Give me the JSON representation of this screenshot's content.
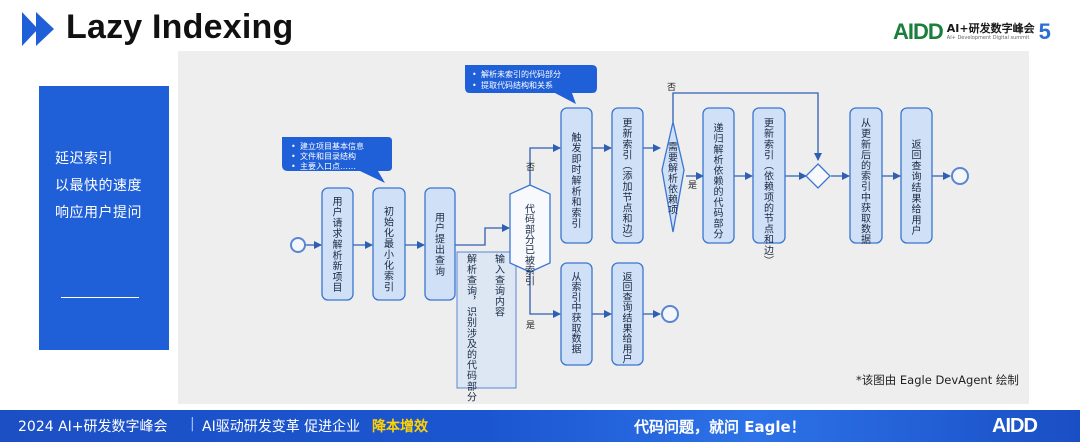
{
  "header": {
    "title": "Lazy Indexing",
    "logo": {
      "mark": "AIDD",
      "cn": "AI+研发数字峰会",
      "en": "AI+ Development Digital summit",
      "edition": "5"
    }
  },
  "side_panel": {
    "lines": [
      "延迟索引",
      "以最快的速度",
      "响应用户提问"
    ]
  },
  "diagram": {
    "callouts": {
      "c1": [
        "建立项目基本信息",
        "文件和目录结构",
        "主要入口点……"
      ],
      "c2": [
        "解析未索引的代码部分",
        "提取代码结构和关系"
      ]
    },
    "nodes": {
      "n1": "用户请求解析新项目",
      "n2": "初始化最小化索引",
      "n3": "用户提出查询",
      "note": [
        "输入查询内容",
        "解析查询，识别涉及的代码部分"
      ],
      "d1": "代码部分已被索引",
      "u1": "触发即时解析和索引",
      "u2": "更新索引（添加节点和边）",
      "d2": "需要解析依赖项",
      "u3": "递归解析依赖的代码部分",
      "u4": "更新索引（依赖项的节点和边）",
      "u5": "从更新后的索引中获取数据",
      "u6": "返回查询结果给用户",
      "l1": "从索引中获取数据",
      "l2": "返回查询结果给用户"
    },
    "labels": {
      "no1": "否",
      "yes1": "是",
      "no2": "否",
      "yes2": "是"
    }
  },
  "credit": "*该图由 Eagle DevAgent 绘制",
  "footer": {
    "event": "2024 AI+研发数字峰会",
    "slogan_a": "AI驱动研发变革  促进企业",
    "slogan_b": "降本增效",
    "tagline": "代码问题，就问 Eagle！",
    "logo": "AIDD"
  },
  "colors": {
    "accent_blue": "#1f5fd8",
    "node_fill": "#cfe0f7",
    "node_stroke": "#3a75d0"
  }
}
